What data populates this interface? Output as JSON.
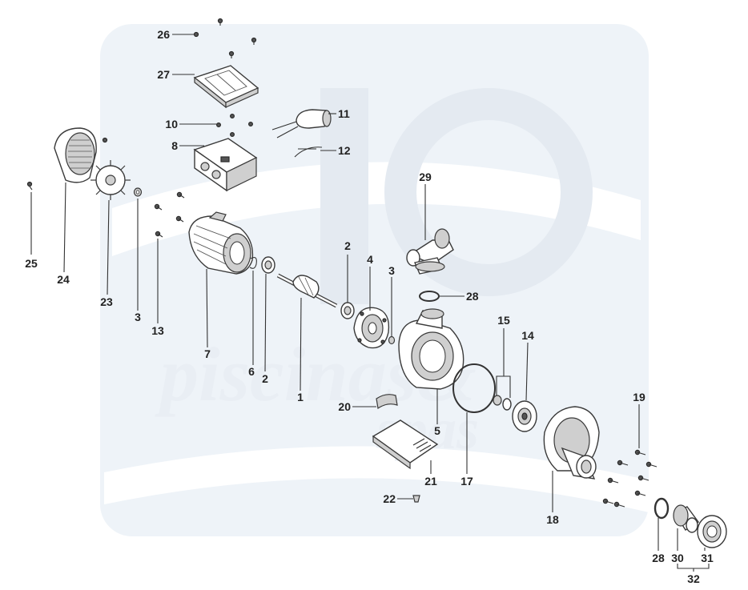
{
  "colors": {
    "line": "#3a3a3a",
    "label": "#222222",
    "watermark_bg": "#eef3f8",
    "watermark_fg": "#e6ecf2"
  },
  "watermark": {
    "text_line1": "piscinas&",
    "text_line2": "spas"
  },
  "callouts": [
    {
      "id": "c25a",
      "label": "25"
    },
    {
      "id": "c24",
      "label": "24"
    },
    {
      "id": "c23",
      "label": "23"
    },
    {
      "id": "c3a",
      "label": "3"
    },
    {
      "id": "c13",
      "label": "13"
    },
    {
      "id": "c7",
      "label": "7"
    },
    {
      "id": "c6",
      "label": "6"
    },
    {
      "id": "c2a",
      "label": "2"
    },
    {
      "id": "c1",
      "label": "1"
    },
    {
      "id": "c2b",
      "label": "2"
    },
    {
      "id": "c4",
      "label": "4"
    },
    {
      "id": "c3b",
      "label": "3"
    },
    {
      "id": "c26",
      "label": "26"
    },
    {
      "id": "c27",
      "label": "27"
    },
    {
      "id": "c10",
      "label": "10"
    },
    {
      "id": "c8",
      "label": "8"
    },
    {
      "id": "c11",
      "label": "11"
    },
    {
      "id": "c12",
      "label": "12"
    },
    {
      "id": "c29",
      "label": "29"
    },
    {
      "id": "c28a",
      "label": "28"
    },
    {
      "id": "c5",
      "label": "5"
    },
    {
      "id": "c20",
      "label": "20"
    },
    {
      "id": "c21",
      "label": "21"
    },
    {
      "id": "c22",
      "label": "22"
    },
    {
      "id": "c17",
      "label": "17"
    },
    {
      "id": "c15",
      "label": "15"
    },
    {
      "id": "c14",
      "label": "14"
    },
    {
      "id": "c18",
      "label": "18"
    },
    {
      "id": "c19",
      "label": "19"
    },
    {
      "id": "c28b",
      "label": "28"
    },
    {
      "id": "c30",
      "label": "30"
    },
    {
      "id": "c31",
      "label": "31"
    },
    {
      "id": "c32",
      "label": "32"
    }
  ]
}
